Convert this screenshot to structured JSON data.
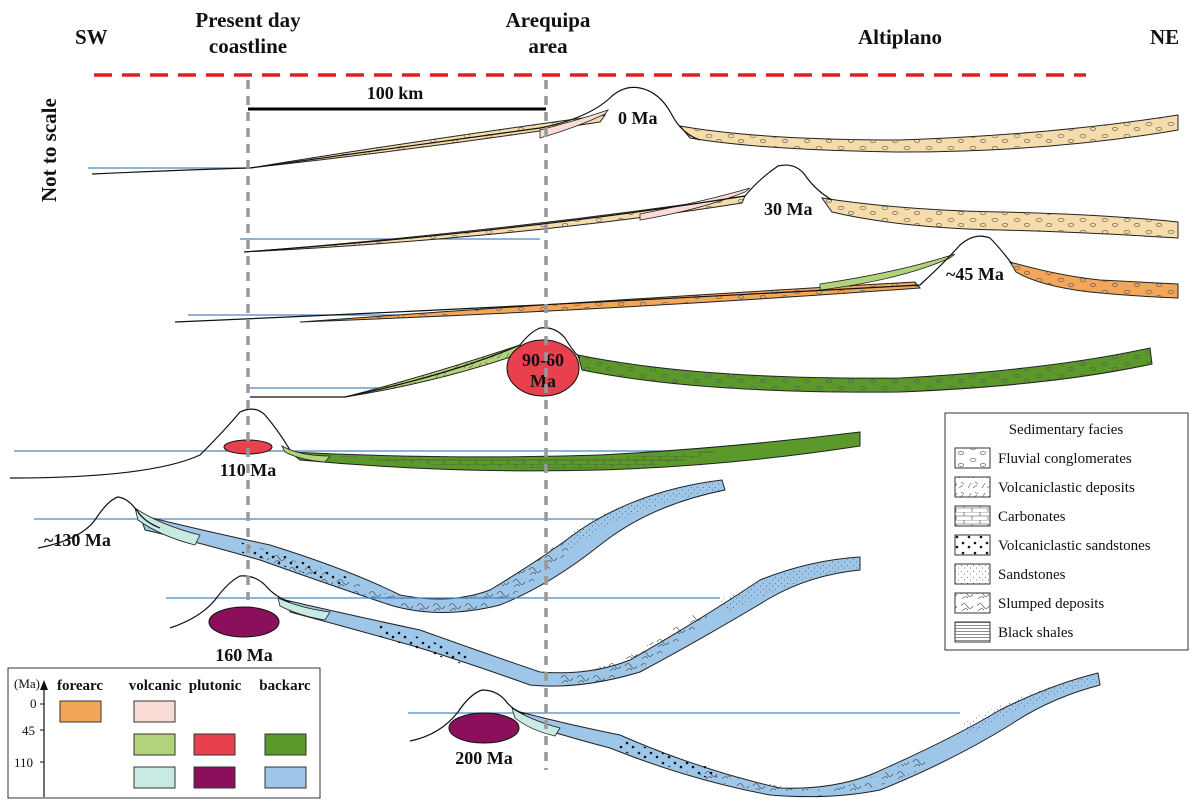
{
  "headers": {
    "sw": "SW",
    "coast_line1": "Present day",
    "coast_line2": "coastline",
    "arequipa_line1": "Arequipa",
    "arequipa_line2": "area",
    "altiplano": "Altiplano",
    "ne": "NE",
    "not_to_scale": "Not to scale",
    "scale_bar": "100 km"
  },
  "ages": {
    "a0": "0 Ma",
    "a30": "30 Ma",
    "a45": "~45 Ma",
    "a9060_line1": "90-60",
    "a9060_line2": "Ma",
    "a110": "110 Ma",
    "a130": "~130 Ma",
    "a160": "160 Ma",
    "a200": "200 Ma"
  },
  "facies_legend": {
    "title": "Sedimentary facies",
    "items": [
      "Fluvial conglomerates",
      "Volcaniclastic deposits",
      "Carbonates",
      "Volcaniclastic sandstones",
      "Sandstones",
      "Slumped deposits",
      "Black shales"
    ]
  },
  "color_table": {
    "axis_label": "(Ma)",
    "columns": [
      "forearc",
      "volcanic",
      "plutonic",
      "backarc"
    ],
    "rows": [
      "0",
      "45",
      "110"
    ]
  },
  "colors": {
    "forearc_recent": "#f2a65a",
    "volcanic_recent": "#fadcd6",
    "volcanic_mid": "#b3d37a",
    "plutonic_mid": "#e8404d",
    "backarc_mid": "#5b9a2a",
    "volcanic_old": "#c9e9e3",
    "plutonic_old": "#8c0f5c",
    "backarc_old": "#9ec6e8",
    "conglomerate_light": "#f6dcaa",
    "sea_level": "#4a86c8",
    "datum": "#e02020",
    "reference_line": "#999999"
  }
}
